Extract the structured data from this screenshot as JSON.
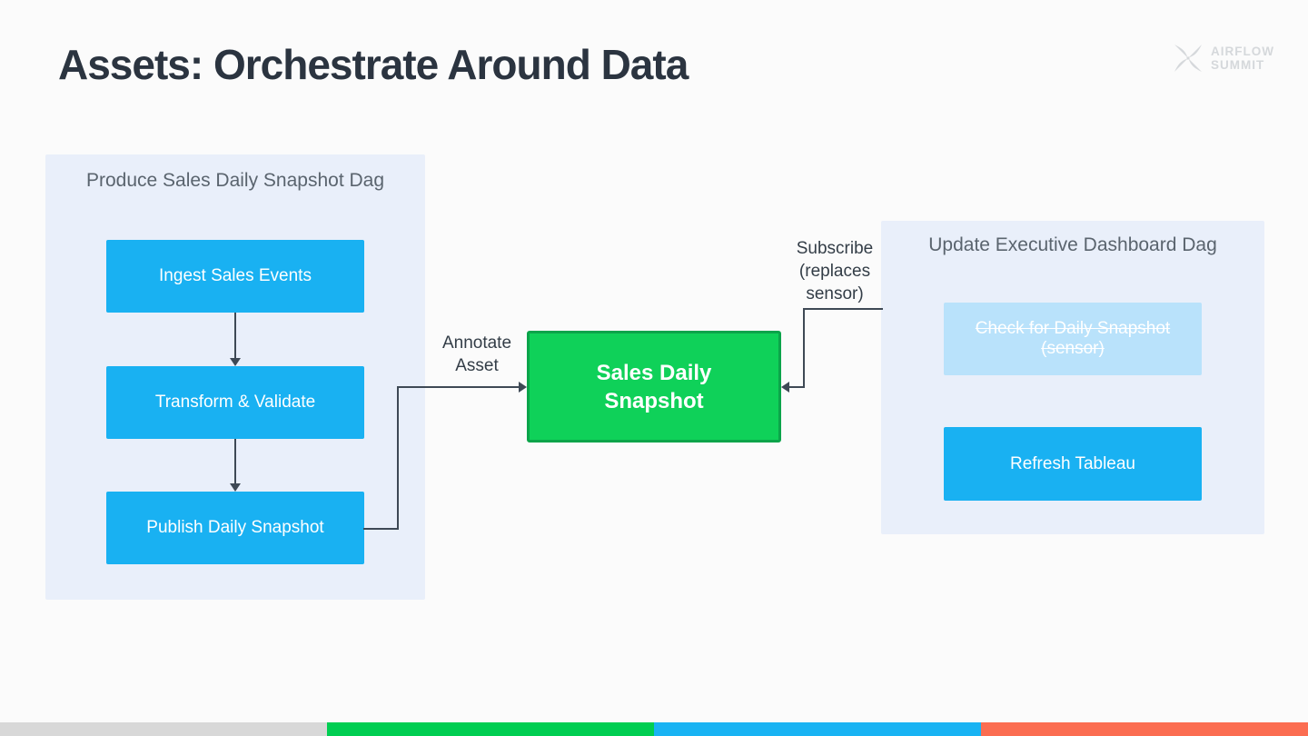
{
  "slide": {
    "title": "Assets: Orchestrate Around Data",
    "background": "#FBFBFB"
  },
  "logo": {
    "icon": "airflow-pinwheel-icon",
    "line1": "AIRFLOW",
    "line2": "SUMMIT"
  },
  "diagram": {
    "producer_dag": {
      "title": "Produce Sales Daily Snapshot Dag",
      "tasks": [
        "Ingest Sales Events",
        "Transform & Validate",
        "Publish Daily Snapshot"
      ]
    },
    "asset": {
      "label": "Sales Daily\nSnapshot",
      "color": "#0FD159",
      "border_color": "#0BA44A"
    },
    "edge_labels": {
      "annotate": "Annotate\nAsset",
      "subscribe": "Subscribe\n(replaces\nsensor)"
    },
    "consumer_dag": {
      "title": "Update Executive Dashboard Dag",
      "sensor_task": "Check for Daily Snapshot (sensor)",
      "task": "Refresh Tableau"
    },
    "colors": {
      "task_blue": "#19B1F2",
      "sensor_blue": "#B9E2FB",
      "panel_bg": "#E9EFFA",
      "connector": "#3E4955"
    }
  },
  "footer": {
    "segments": [
      {
        "name": "gray",
        "color": "#D8D8D8"
      },
      {
        "name": "green",
        "color": "#00CE52"
      },
      {
        "name": "blue",
        "color": "#18B3F3"
      },
      {
        "name": "orange",
        "color": "#FB6D51"
      }
    ]
  }
}
